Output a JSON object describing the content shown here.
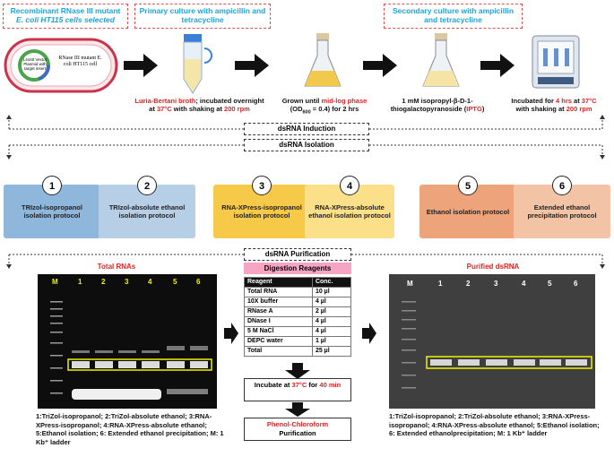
{
  "top": {
    "box1": "Recombinant RNase III mutant",
    "box1_line2": "E. coli HT115 cells selected",
    "box2": "Primary culture with ampicillin and tetracycline",
    "box3": "Secondary culture with ampicillin and tetracycline",
    "plasmid_left": "L4440 Vector Plasmid with target insert",
    "plasmid_right": "RNase III mutant E. coli HT115 cell",
    "cap1_red": "Luria-Bertani broth",
    "cap1_rest": "; incubated overnight",
    "cap1_at": "at ",
    "cap1_temp": "37°C",
    "cap1_with": " with shaking at ",
    "cap1_rpm": "200 rpm",
    "cap2_a": "Grown until ",
    "cap2_red": "mid-log phase",
    "cap2_b": "(OD",
    "cap2_sub": "600",
    "cap2_c": " = 0.4) for 2 hrs",
    "cap3_a": "1 mM isopropyl-β-D-1-",
    "cap3_b": "thiogalactopyranoside (",
    "cap3_red": "IPTG",
    "cap3_c": ")",
    "cap4_a": "Incubated for ",
    "cap4_red1": "4 hrs",
    "cap4_b": " at ",
    "cap4_red2": "37°C",
    "cap4_c": "with shaking at ",
    "cap4_red3": "200 rpm"
  },
  "induction": "dsRNA Induction",
  "isolation": "dsRNA Isolation",
  "protocols": [
    {
      "num": "1",
      "label": "TRIzol-isopropanol isolation protocol",
      "color": "#8fb6db"
    },
    {
      "num": "2",
      "label": "TRIzol-absolute ethanol isolation protocol",
      "color": "#b7cfe6"
    },
    {
      "num": "3",
      "label": "RNA-XPress-isopropanol isolation protocol",
      "color": "#f7c948"
    },
    {
      "num": "4",
      "label": "RNA-XPress-absolute ethanol isolation protocol",
      "color": "#fbe089"
    },
    {
      "num": "5",
      "label": "Ethanol isolation protocol",
      "color": "#eea47b"
    },
    {
      "num": "6",
      "label": "Extended ethanol precipitation protocol",
      "color": "#f3c3a5"
    }
  ],
  "purification": "dsRNA Purification",
  "total_rnas": "Total RNAs",
  "purified": "Purified dsRNA",
  "lanes_left": [
    "M",
    "1",
    "2",
    "3",
    "4",
    "5",
    "6"
  ],
  "lanes_right": [
    "M",
    "1",
    "2",
    "3",
    "4",
    "5",
    "6"
  ],
  "digestion_title": "Digestion Reagents",
  "reagents_header": [
    "Reagent",
    "Conc."
  ],
  "reagents": [
    [
      "Total RNA",
      "10 µl"
    ],
    [
      "10X buffer",
      "4 µl"
    ],
    [
      "RNase A",
      "2 µl"
    ],
    [
      "DNase I",
      "4 µl"
    ],
    [
      "5 M NaCl",
      "4 µl"
    ],
    [
      "DEPC water",
      "1 µl"
    ],
    [
      "Total",
      "25 µl"
    ]
  ],
  "incubate_a": "Incubate at ",
  "incubate_red1": "37°C",
  "incubate_b": " for ",
  "incubate_red2": "40 min",
  "phenol_red": "Phenol-Chloroform",
  "phenol_b": "Purification",
  "legend_left": "1:TriZol-isopropanol; 2:TriZol-absolute ethanol; 3:RNA-XPress-isopropanol; 4:RNA-XPress-absolute ethanol; 5:Ethanol isolation; 6: Extended ethanol precipitation; M: 1 Kb⁺ ladder",
  "legend_right": "1:TriZol-isopropanol; 2:TriZol-absolute ethanol; 3:RNA-XPress-isopropanol; 4:RNA-XPress-absolute ethanol; 5:Ethanol isolation; 6: Extended ethanolprecipitation; M: 1 Kb⁺ ladder",
  "colors": {
    "accent_red": "#e32020",
    "accent_blue": "#1fa3d8",
    "highlight": "#f2f200"
  }
}
